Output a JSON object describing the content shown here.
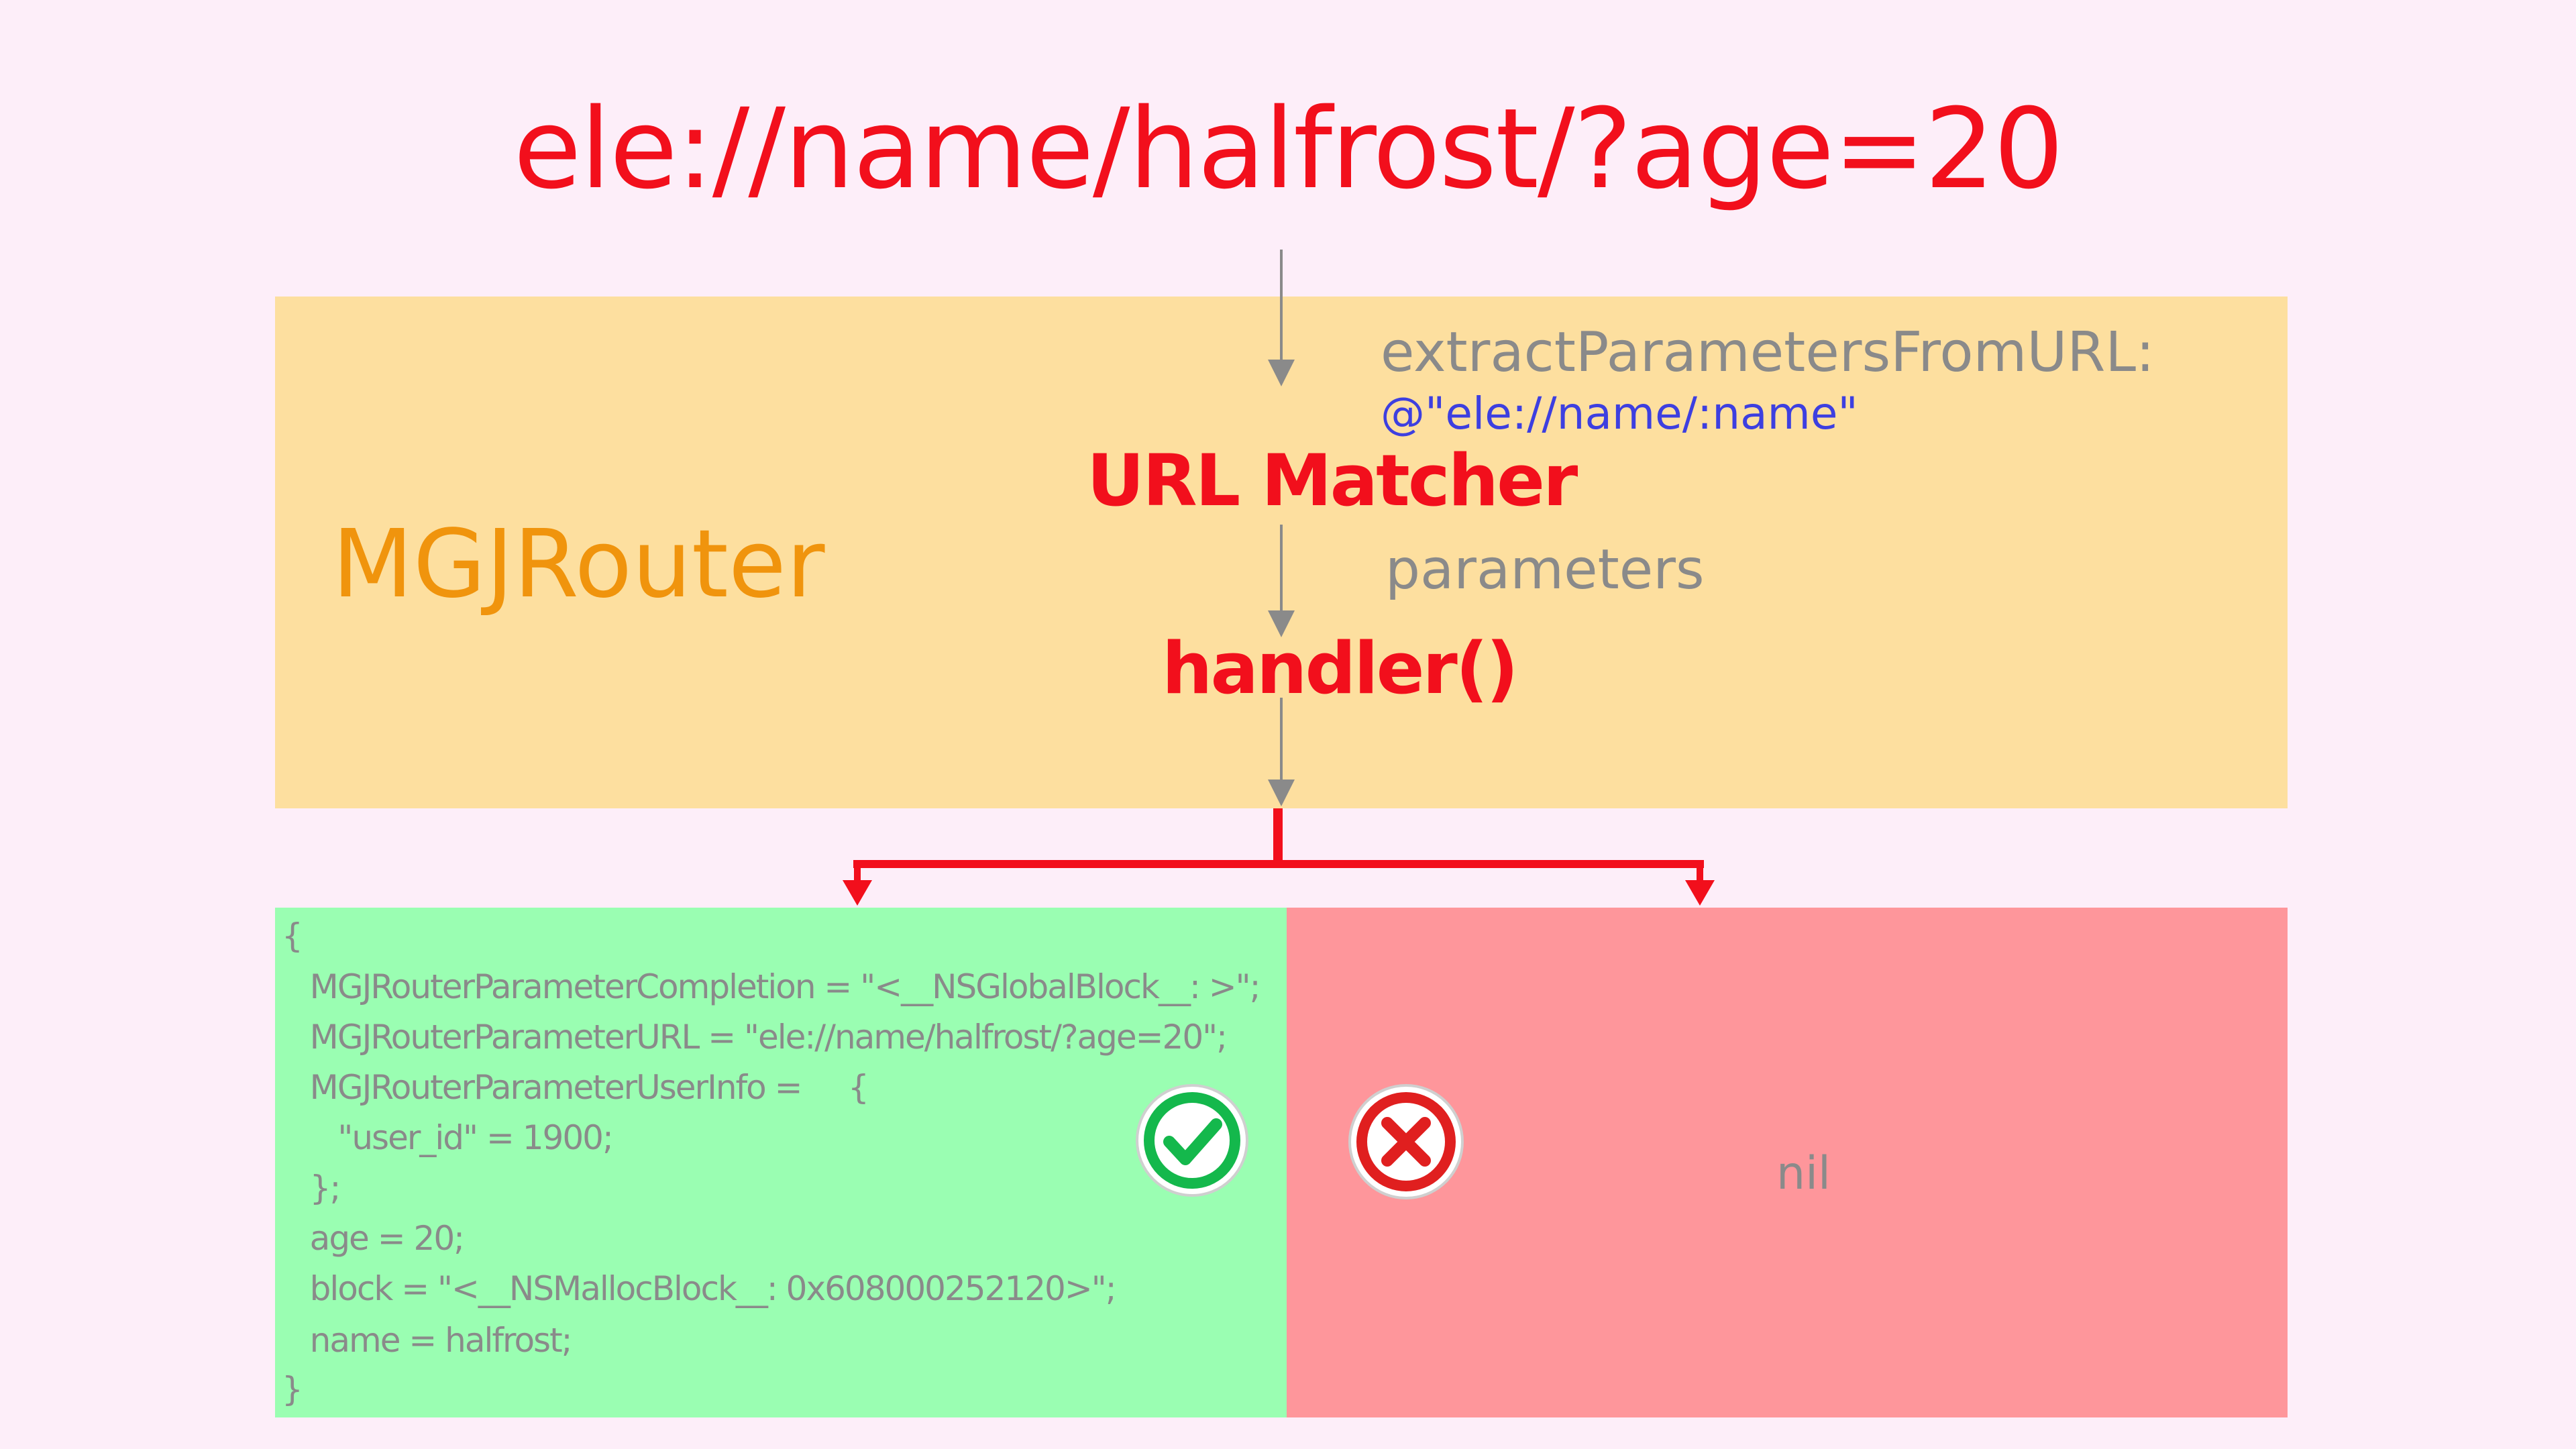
{
  "url": "ele://name/halfrost/?age=20",
  "router": {
    "label": "MGJRouter",
    "extract_method": "extractParametersFromURL:",
    "extract_arg": "@\"ele://name/:name\"",
    "matcher": "URL Matcher",
    "parameters": "parameters",
    "handler": "handler()"
  },
  "success": {
    "icon": "check-icon",
    "lines": [
      "{",
      "   MGJRouterParameterCompletion = \"<__NSGlobalBlock__: >\";",
      "   MGJRouterParameterURL = \"ele://name/halfrost/?age=20\";",
      "   MGJRouterParameterUserInfo =     {",
      "      \"user_id\" = 1900;",
      "   };",
      "   age = 20;",
      "   block = \"<__NSMallocBlock__: 0x608000252120>\";",
      "   name = halfrost;",
      "}"
    ]
  },
  "failure": {
    "icon": "cross-icon",
    "text": "nil"
  },
  "colors": {
    "background": "#fdeef9",
    "router_box": "#fddf9f",
    "success_panel": "#9afeb2",
    "failure_panel": "#fe969b",
    "accent_red": "#f20f1c",
    "router_orange": "#f0940d",
    "gray_text": "#8a8a8a",
    "blue_text": "#3d3fe0"
  }
}
